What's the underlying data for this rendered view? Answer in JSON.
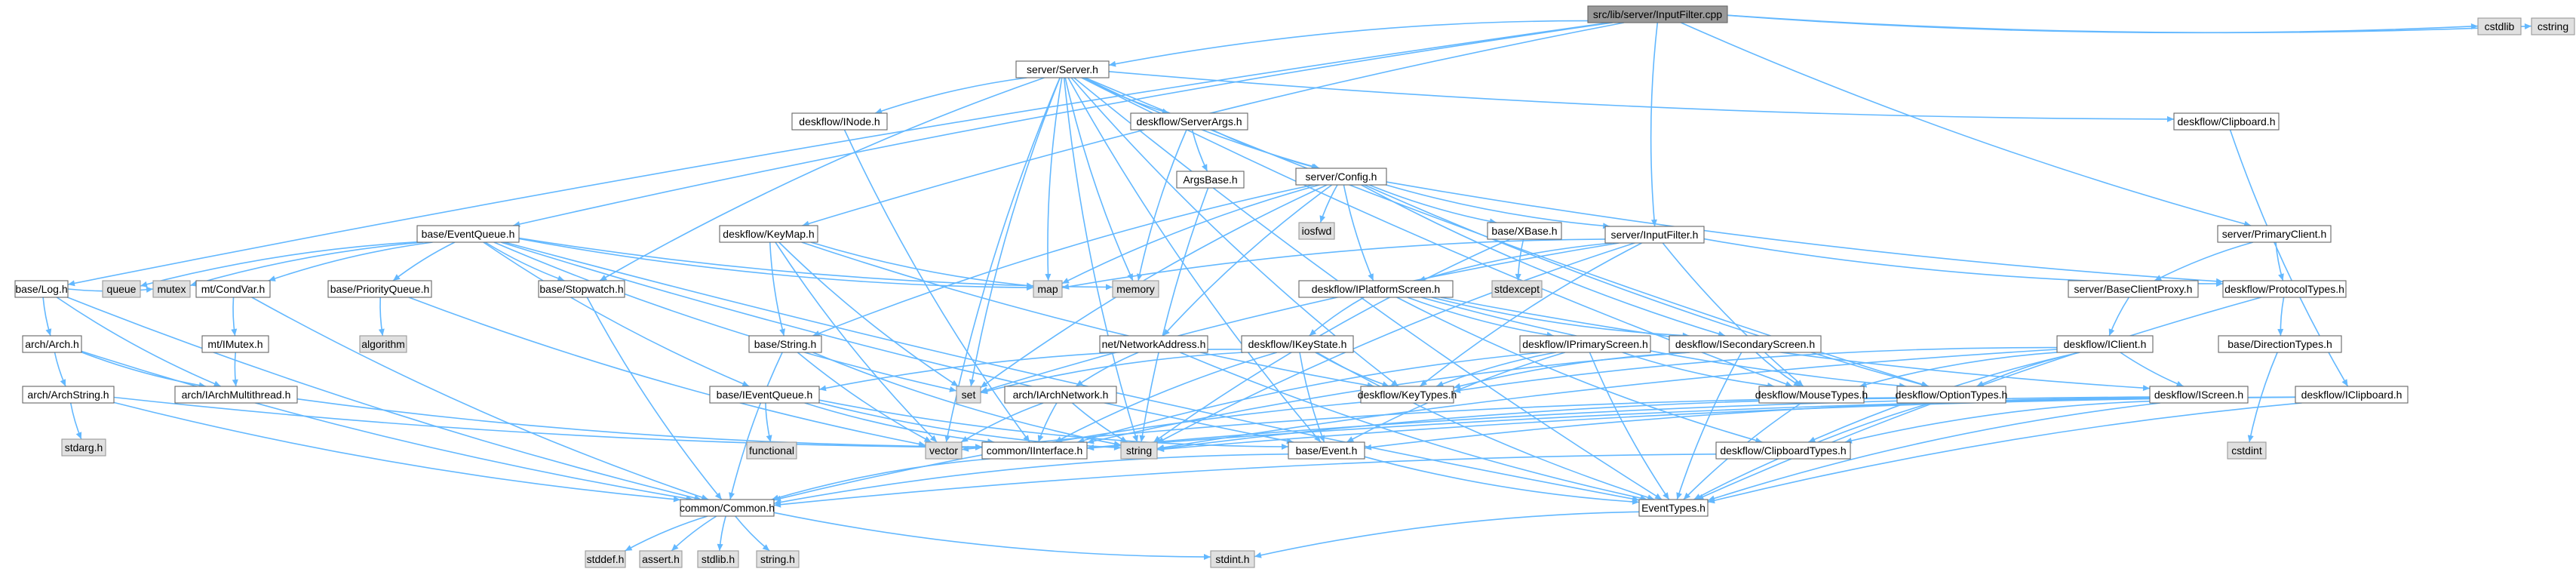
{
  "title": "src/lib/server/InputFilter.cpp",
  "nodes": [
    {
      "id": "root",
      "label": "src/lib/server/InputFilter.cpp",
      "kind": "root"
    },
    {
      "id": "server_h",
      "label": "server/Server.h",
      "kind": "normal"
    },
    {
      "id": "cstdlib",
      "label": "cstdlib",
      "kind": "sys"
    },
    {
      "id": "cstring",
      "label": "cstring",
      "kind": "sys"
    },
    {
      "id": "inode",
      "label": "deskflow/INode.h",
      "kind": "normal"
    },
    {
      "id": "serverargs",
      "label": "deskflow/ServerArgs.h",
      "kind": "normal"
    },
    {
      "id": "clipboard",
      "label": "deskflow/Clipboard.h",
      "kind": "normal"
    },
    {
      "id": "argsbase",
      "label": "ArgsBase.h",
      "kind": "normal"
    },
    {
      "id": "config",
      "label": "server/Config.h",
      "kind": "normal"
    },
    {
      "id": "eventqueue",
      "label": "base/EventQueue.h",
      "kind": "normal"
    },
    {
      "id": "keymap",
      "label": "deskflow/KeyMap.h",
      "kind": "normal"
    },
    {
      "id": "iosfwd",
      "label": "iosfwd",
      "kind": "sys"
    },
    {
      "id": "xbase",
      "label": "base/XBase.h",
      "kind": "normal"
    },
    {
      "id": "inputfilter",
      "label": "server/InputFilter.h",
      "kind": "normal"
    },
    {
      "id": "primaryclient",
      "label": "server/PrimaryClient.h",
      "kind": "normal"
    },
    {
      "id": "log",
      "label": "base/Log.h",
      "kind": "normal"
    },
    {
      "id": "queue",
      "label": "queue",
      "kind": "sys"
    },
    {
      "id": "condvar",
      "label": "mt/CondVar.h",
      "kind": "normal"
    },
    {
      "id": "priorityqueue",
      "label": "base/PriorityQueue.h",
      "kind": "normal"
    },
    {
      "id": "stopwatch",
      "label": "base/Stopwatch.h",
      "kind": "normal"
    },
    {
      "id": "map",
      "label": "map",
      "kind": "sys"
    },
    {
      "id": "memory",
      "label": "memory",
      "kind": "sys"
    },
    {
      "id": "stdexcept",
      "label": "stdexcept",
      "kind": "sys"
    },
    {
      "id": "iplatformscreen",
      "label": "deskflow/IPlatformScreen.h",
      "kind": "normal"
    },
    {
      "id": "baseclientproxy",
      "label": "server/BaseClientProxy.h",
      "kind": "normal"
    },
    {
      "id": "protocoltypes",
      "label": "deskflow/ProtocolTypes.h",
      "kind": "normal"
    },
    {
      "id": "mutex",
      "label": "mutex",
      "kind": "sys"
    },
    {
      "id": "arch_h",
      "label": "arch/Arch.h",
      "kind": "normal"
    },
    {
      "id": "imutex",
      "label": "mt/IMutex.h",
      "kind": "normal"
    },
    {
      "id": "algorithm",
      "label": "algorithm",
      "kind": "sys"
    },
    {
      "id": "string_h",
      "label": "base/String.h",
      "kind": "normal"
    },
    {
      "id": "netaddr",
      "label": "net/NetworkAddress.h",
      "kind": "normal"
    },
    {
      "id": "ikeystate",
      "label": "deskflow/IKeyState.h",
      "kind": "normal"
    },
    {
      "id": "iprimaryscreen",
      "label": "deskflow/IPrimaryScreen.h",
      "kind": "normal"
    },
    {
      "id": "isecondaryscreen",
      "label": "deskflow/ISecondaryScreen.h",
      "kind": "normal"
    },
    {
      "id": "iclient",
      "label": "deskflow/IClient.h",
      "kind": "normal"
    },
    {
      "id": "directiontypes",
      "label": "base/DirectionTypes.h",
      "kind": "normal"
    },
    {
      "id": "archstring",
      "label": "arch/ArchString.h",
      "kind": "normal"
    },
    {
      "id": "iarchmultithread",
      "label": "arch/IArchMultithread.h",
      "kind": "normal"
    },
    {
      "id": "ieventqueue",
      "label": "base/IEventQueue.h",
      "kind": "normal"
    },
    {
      "id": "set",
      "label": "set",
      "kind": "sys"
    },
    {
      "id": "iarchnetwork",
      "label": "arch/IArchNetwork.h",
      "kind": "normal"
    },
    {
      "id": "keytypes",
      "label": "deskflow/KeyTypes.h",
      "kind": "normal"
    },
    {
      "id": "mousetypes",
      "label": "deskflow/MouseTypes.h",
      "kind": "normal"
    },
    {
      "id": "optiontypes",
      "label": "deskflow/OptionTypes.h",
      "kind": "normal"
    },
    {
      "id": "iscreen",
      "label": "deskflow/IScreen.h",
      "kind": "normal"
    },
    {
      "id": "cstdint",
      "label": "cstdint",
      "kind": "sys"
    },
    {
      "id": "iclipboard",
      "label": "deskflow/IClipboard.h",
      "kind": "normal"
    },
    {
      "id": "stdarg",
      "label": "stdarg.h",
      "kind": "sys"
    },
    {
      "id": "functional",
      "label": "functional",
      "kind": "sys"
    },
    {
      "id": "vector",
      "label": "vector",
      "kind": "sys"
    },
    {
      "id": "iinterface",
      "label": "common/IInterface.h",
      "kind": "normal"
    },
    {
      "id": "string",
      "label": "string",
      "kind": "sys"
    },
    {
      "id": "event_h",
      "label": "base/Event.h",
      "kind": "normal"
    },
    {
      "id": "clipboardtypes",
      "label": "deskflow/ClipboardTypes.h",
      "kind": "normal"
    },
    {
      "id": "common",
      "label": "common/Common.h",
      "kind": "normal"
    },
    {
      "id": "eventtypes",
      "label": "EventTypes.h",
      "kind": "normal"
    },
    {
      "id": "stddef",
      "label": "stddef.h",
      "kind": "sys"
    },
    {
      "id": "assert",
      "label": "assert.h",
      "kind": "sys"
    },
    {
      "id": "stdlib",
      "label": "stdlib.h",
      "kind": "sys"
    },
    {
      "id": "cstring_h",
      "label": "string.h",
      "kind": "sys"
    },
    {
      "id": "stdint",
      "label": "stdint.h",
      "kind": "sys"
    }
  ],
  "edges": [
    [
      "root",
      "server_h"
    ],
    [
      "root",
      "cstdlib"
    ],
    [
      "root",
      "cstring"
    ],
    [
      "root",
      "eventqueue"
    ],
    [
      "root",
      "log"
    ],
    [
      "root",
      "keymap"
    ],
    [
      "root",
      "inputfilter"
    ],
    [
      "root",
      "primaryclient"
    ],
    [
      "server_h",
      "inode"
    ],
    [
      "server_h",
      "serverargs"
    ],
    [
      "server_h",
      "clipboard"
    ],
    [
      "server_h",
      "config"
    ],
    [
      "server_h",
      "map"
    ],
    [
      "server_h",
      "memory"
    ],
    [
      "server_h",
      "set"
    ],
    [
      "server_h",
      "vector"
    ],
    [
      "server_h",
      "stopwatch"
    ],
    [
      "server_h",
      "keytypes"
    ],
    [
      "server_h",
      "mousetypes"
    ],
    [
      "server_h",
      "optiontypes"
    ],
    [
      "server_h",
      "event_h"
    ],
    [
      "server_h",
      "eventtypes"
    ],
    [
      "server_h",
      "string"
    ],
    [
      "serverargs",
      "argsbase"
    ],
    [
      "serverargs",
      "config"
    ],
    [
      "serverargs",
      "memory"
    ],
    [
      "argsbase",
      "string"
    ],
    [
      "config",
      "iosfwd"
    ],
    [
      "config",
      "xbase"
    ],
    [
      "config",
      "inputfilter"
    ],
    [
      "config",
      "map"
    ],
    [
      "config",
      "set"
    ],
    [
      "config",
      "string_h"
    ],
    [
      "config",
      "netaddr"
    ],
    [
      "config",
      "protocoltypes"
    ],
    [
      "config",
      "iplatformscreen"
    ],
    [
      "config",
      "optiontypes"
    ],
    [
      "config",
      "isecondaryscreen"
    ],
    [
      "inode",
      "iinterface"
    ],
    [
      "clipboard",
      "iclipboard"
    ],
    [
      "eventqueue",
      "queue"
    ],
    [
      "eventqueue",
      "condvar"
    ],
    [
      "eventqueue",
      "priorityqueue"
    ],
    [
      "eventqueue",
      "stopwatch"
    ],
    [
      "eventqueue",
      "map"
    ],
    [
      "eventqueue",
      "memory"
    ],
    [
      "eventqueue",
      "mutex"
    ],
    [
      "eventqueue",
      "set"
    ],
    [
      "eventqueue",
      "ieventqueue"
    ],
    [
      "eventqueue",
      "event_h"
    ],
    [
      "eventqueue",
      "eventtypes"
    ],
    [
      "keymap",
      "map"
    ],
    [
      "keymap",
      "set"
    ],
    [
      "keymap",
      "string_h"
    ],
    [
      "keymap",
      "vector"
    ],
    [
      "keymap",
      "keytypes"
    ],
    [
      "xbase",
      "stdexcept"
    ],
    [
      "xbase",
      "string"
    ],
    [
      "inputfilter",
      "map"
    ],
    [
      "inputfilter",
      "set"
    ],
    [
      "inputfilter",
      "iplatformscreen"
    ],
    [
      "inputfilter",
      "protocoltypes"
    ],
    [
      "inputfilter",
      "mousetypes"
    ],
    [
      "inputfilter",
      "keytypes"
    ],
    [
      "inputfilter",
      "string"
    ],
    [
      "primaryclient",
      "baseclientproxy"
    ],
    [
      "primaryclient",
      "protocoltypes"
    ],
    [
      "baseclientproxy",
      "iclient"
    ],
    [
      "protocoltypes",
      "directiontypes"
    ],
    [
      "protocoltypes",
      "eventtypes"
    ],
    [
      "directiontypes",
      "cstdint"
    ],
    [
      "log",
      "mutex"
    ],
    [
      "log",
      "arch_h"
    ],
    [
      "log",
      "iarchmultithread"
    ],
    [
      "log",
      "common"
    ],
    [
      "arch_h",
      "archstring"
    ],
    [
      "arch_h",
      "iarchmultithread"
    ],
    [
      "arch_h",
      "common"
    ],
    [
      "archstring",
      "stdarg"
    ],
    [
      "archstring",
      "common"
    ],
    [
      "archstring",
      "iinterface"
    ],
    [
      "condvar",
      "imutex"
    ],
    [
      "condvar",
      "common"
    ],
    [
      "imutex",
      "iarchmultithread"
    ],
    [
      "iarchmultithread",
      "iinterface"
    ],
    [
      "priorityqueue",
      "algorithm"
    ],
    [
      "priorityqueue",
      "vector"
    ],
    [
      "stopwatch",
      "common"
    ],
    [
      "string_h",
      "common"
    ],
    [
      "string_h",
      "string"
    ],
    [
      "string_h",
      "vector"
    ],
    [
      "netaddr",
      "iarchnetwork"
    ],
    [
      "netaddr",
      "eventtypes"
    ],
    [
      "iarchnetwork",
      "iinterface"
    ],
    [
      "iarchnetwork",
      "string"
    ],
    [
      "iarchnetwork",
      "vector"
    ],
    [
      "iplatformscreen",
      "ikeystate"
    ],
    [
      "iplatformscreen",
      "iprimaryscreen"
    ],
    [
      "iplatformscreen",
      "isecondaryscreen"
    ],
    [
      "iplatformscreen",
      "iscreen"
    ],
    [
      "iplatformscreen",
      "optiontypes"
    ],
    [
      "iplatformscreen",
      "clipboardtypes"
    ],
    [
      "ikeystate",
      "ieventqueue"
    ],
    [
      "ikeystate",
      "keytypes"
    ],
    [
      "ikeystate",
      "iinterface"
    ],
    [
      "ikeystate",
      "event_h"
    ],
    [
      "ikeystate",
      "eventtypes"
    ],
    [
      "ikeystate",
      "set"
    ],
    [
      "iprimaryscreen",
      "keytypes"
    ],
    [
      "iprimaryscreen",
      "mousetypes"
    ],
    [
      "iprimaryscreen",
      "iinterface"
    ],
    [
      "iprimaryscreen",
      "event_h"
    ],
    [
      "iprimaryscreen",
      "eventtypes"
    ],
    [
      "isecondaryscreen",
      "keytypes"
    ],
    [
      "isecondaryscreen",
      "mousetypes"
    ],
    [
      "isecondaryscreen",
      "iinterface"
    ],
    [
      "isecondaryscreen",
      "eventtypes"
    ],
    [
      "iclient",
      "clipboardtypes"
    ],
    [
      "iclient",
      "keytypes"
    ],
    [
      "iclient",
      "mousetypes"
    ],
    [
      "iclient",
      "optiontypes"
    ],
    [
      "iclient",
      "iscreen"
    ],
    [
      "iclient",
      "string"
    ],
    [
      "iscreen",
      "clipboardtypes"
    ],
    [
      "iscreen",
      "event_h"
    ],
    [
      "iscreen",
      "eventtypes"
    ],
    [
      "iscreen",
      "iinterface"
    ],
    [
      "iclipboard",
      "iinterface"
    ],
    [
      "iclipboard",
      "eventtypes"
    ],
    [
      "iclipboard",
      "string"
    ],
    [
      "ieventqueue",
      "functional"
    ],
    [
      "ieventqueue",
      "iinterface"
    ],
    [
      "ieventqueue",
      "event_h"
    ],
    [
      "ieventqueue",
      "string"
    ],
    [
      "keytypes",
      "common"
    ],
    [
      "mousetypes",
      "eventtypes"
    ],
    [
      "optiontypes",
      "eventtypes"
    ],
    [
      "optiontypes",
      "string"
    ],
    [
      "optiontypes",
      "vector"
    ],
    [
      "event_h",
      "common"
    ],
    [
      "event_h",
      "eventtypes"
    ],
    [
      "clipboardtypes",
      "common"
    ],
    [
      "iinterface",
      "common"
    ],
    [
      "common",
      "stddef"
    ],
    [
      "common",
      "assert"
    ],
    [
      "common",
      "stdlib"
    ],
    [
      "common",
      "cstring_h"
    ],
    [
      "common",
      "stdint"
    ],
    [
      "eventtypes",
      "stdint"
    ]
  ]
}
